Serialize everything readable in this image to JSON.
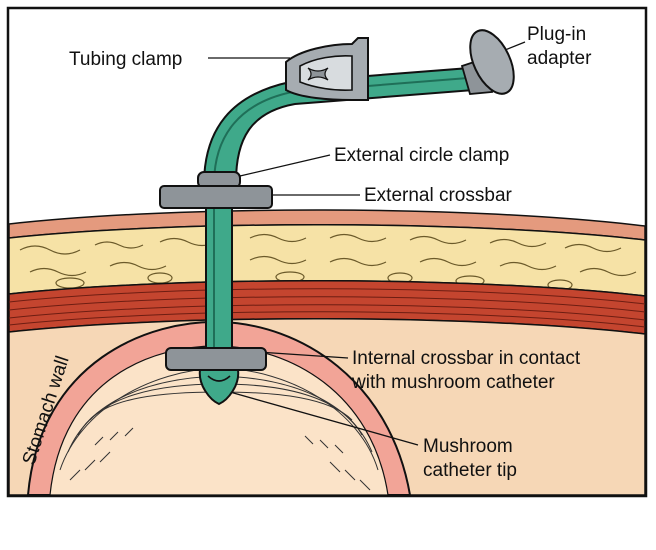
{
  "diagram": {
    "labels": {
      "tubing_clamp": "Tubing clamp",
      "plug_in_line1": "Plug-in",
      "plug_in_line2": "adapter",
      "external_circle_clamp": "External circle clamp",
      "external_crossbar": "External crossbar",
      "internal_crossbar_line1": "Internal crossbar in contact",
      "internal_crossbar_line2": "with mushroom catheter",
      "mushroom_tip_line1": "Mushroom",
      "mushroom_tip_line2": "catheter tip",
      "stomach_wall": "Stomach wall"
    },
    "colors": {
      "tube": "#3fa98a",
      "tube_dark": "#1f6f58",
      "crossbar": "#8e9499",
      "fat_layer": "#f6e2a6",
      "muscle": "#c4452f",
      "skin_top": "#e49a7e",
      "stomach_bg": "#f6d7b6",
      "stomach_wall": "#f2a497",
      "stomach_inner": "#fbe3c8"
    }
  }
}
